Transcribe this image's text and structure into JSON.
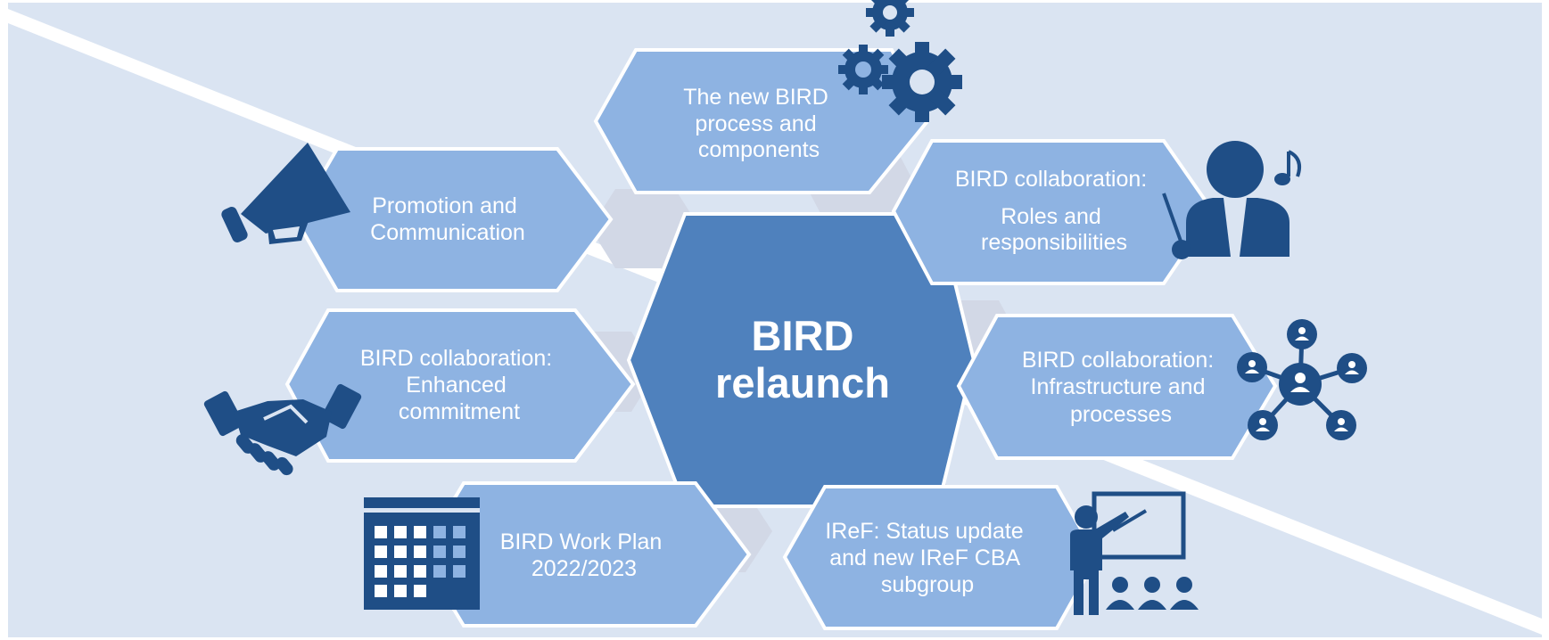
{
  "center": {
    "line1": "BIRD",
    "line2": "relaunch"
  },
  "topics": {
    "process": {
      "lines": [
        "The new BIRD",
        "process and",
        "components"
      ],
      "icon": "gears-icon"
    },
    "roles": {
      "lines": [
        "BIRD collaboration:",
        "Roles and",
        "responsibilities"
      ],
      "icon": "conductor-icon"
    },
    "infrastructure": {
      "lines": [
        "BIRD collaboration:",
        "Infrastructure and",
        "processes"
      ],
      "icon": "network-icon"
    },
    "iref": {
      "lines": [
        "IReF: Status update",
        "and new IReF CBA",
        "subgroup"
      ],
      "icon": "presenter-icon"
    },
    "workplan": {
      "lines": [
        "BIRD Work Plan",
        "2022/2023"
      ],
      "icon": "calendar-icon"
    },
    "commitment": {
      "lines": [
        "BIRD collaboration:",
        "Enhanced",
        "commitment"
      ],
      "icon": "handshake-icon"
    },
    "promotion": {
      "lines": [
        "Promotion and",
        "Communication"
      ],
      "icon": "megaphone-icon"
    }
  },
  "colors": {
    "background": "#dae4f2",
    "band": "#ffffff",
    "center_hex": "#4f81bd",
    "topic_hex": "#8eb3e2",
    "connector": "#d2d8e6",
    "icon": "#1f4e86"
  }
}
